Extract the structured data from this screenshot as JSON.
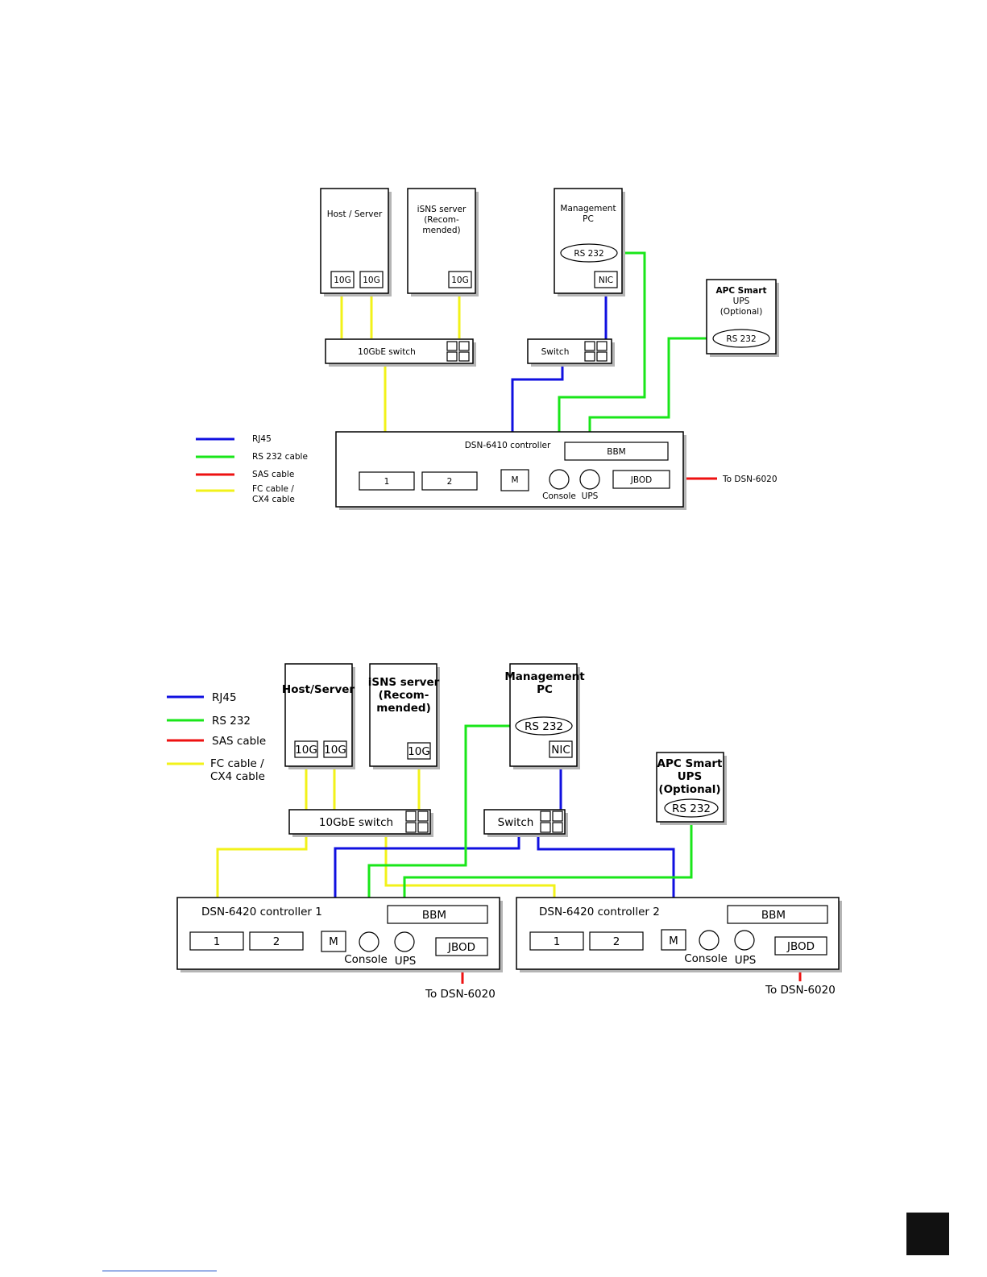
{
  "colors": {
    "rj45": "#1010e0",
    "rs232": "#19e619",
    "sas": "#ee1111",
    "fc": "#f2f219"
  },
  "d1": {
    "host": {
      "label1": "Host / Server",
      "port1": "10G",
      "port2": "10G"
    },
    "isns": {
      "line1": "iSNS server",
      "line2": "(Recom-",
      "line3": "mended)",
      "port": "10G"
    },
    "mgmt": {
      "line1": "Management",
      "line2": "PC",
      "rs232": "RS 232",
      "nic": "NIC"
    },
    "ups": {
      "line1": "APC Smart",
      "line2": "UPS",
      "line3": "(Optional)",
      "rs232": "RS 232"
    },
    "switch10": "10GbE switch",
    "switch": "Switch",
    "controller": {
      "title": "DSN-6410 controller",
      "bbm": "BBM",
      "port1": "1",
      "port2": "2",
      "m": "M",
      "console": "Console",
      "ups": "UPS",
      "jbod": "JBOD"
    },
    "to": "To DSN-6020",
    "legend": {
      "rj45": "RJ45",
      "rs232": "RS 232 cable",
      "sas": "SAS cable",
      "fc1": "FC cable /",
      "fc2": "CX4 cable"
    }
  },
  "d2": {
    "host": {
      "label1": "Host/Server",
      "port1": "10G",
      "port2": "10G"
    },
    "isns": {
      "line1": "iSNS server",
      "line2": "(Recom-",
      "line3": "mended)",
      "port": "10G"
    },
    "mgmt": {
      "line1": "Management",
      "line2": "PC",
      "rs232": "RS 232",
      "nic": "NIC"
    },
    "ups": {
      "line1": "APC Smart",
      "line2": "UPS",
      "line3": "(Optional)",
      "rs232": "RS 232"
    },
    "switch10": "10GbE switch",
    "switch": "Switch",
    "c1": {
      "title": "DSN-6420 controller 1",
      "bbm": "BBM",
      "port1": "1",
      "port2": "2",
      "m": "M",
      "console": "Console",
      "ups": "UPS",
      "jbod": "JBOD"
    },
    "c2": {
      "title": "DSN-6420 controller 2",
      "bbm": "BBM",
      "port1": "1",
      "port2": "2",
      "m": "M",
      "console": "Console",
      "ups": "UPS",
      "jbod": "JBOD"
    },
    "to1": "To DSN-6020",
    "to2": "To DSN-6020",
    "legend": {
      "rj45": "RJ45",
      "rs232": "RS 232",
      "sas": "SAS cable",
      "fc1": "FC cable /",
      "fc2": "CX4 cable"
    }
  }
}
